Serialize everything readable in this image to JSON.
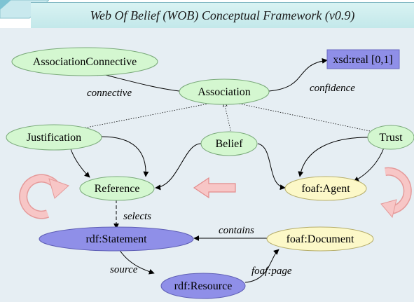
{
  "title": "Web Of Belief (WOB) Conceptual Framework  (v0.9)",
  "colors": {
    "panel": "#e6eef3",
    "green_node": "#d4f7d0",
    "yellow_node": "#fcf8c8",
    "blue_node": "#8f8fe8",
    "arrow_pink": "#f6c3c3"
  },
  "nodes": {
    "association_connective": "AssociationConnective",
    "association": "Association",
    "xsd_real": "xsd:real [0,1]",
    "justification": "Justification",
    "belief": "Belief",
    "trust": "Trust",
    "reference": "Reference",
    "foaf_agent": "foaf:Agent",
    "rdf_statement": "rdf:Statement",
    "foaf_document": "foaf:Document",
    "rdf_resource": "rdf:Resource"
  },
  "edges": {
    "connective": "connective",
    "confidence": "confidence",
    "selects": "selects",
    "contains": "contains",
    "source": "source",
    "foaf_page": "foaf:page"
  },
  "icons": {
    "left_cycle": "circular-arrow-icon",
    "right_cycle": "circular-arrow-icon",
    "center_arrow": "left-block-arrow-icon"
  }
}
